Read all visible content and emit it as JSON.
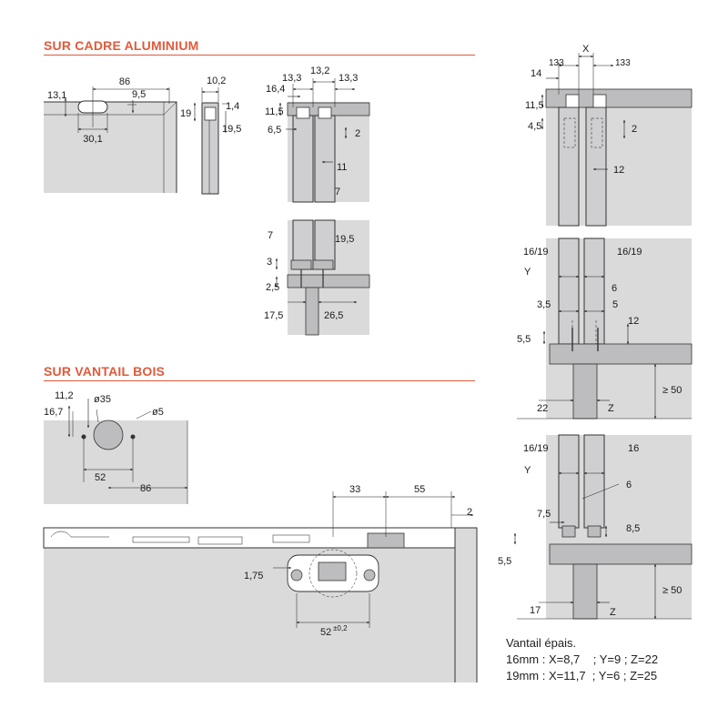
{
  "sections": {
    "aluminium_title": "SUR CADRE ALUMINIUM",
    "wood_title": "SUR VANTAIL BOIS"
  },
  "labels": {
    "a_86": "86",
    "a_13_1": "13,1",
    "a_9_5": "9,5",
    "a_30_1": "30,1",
    "a_10_2": "10,2",
    "a_19": "19",
    "a_1_4": "1,4",
    "a_19_5": "19,5",
    "b_13_3a": "13,3",
    "b_13_2": "13,2",
    "b_16_4": "16,4",
    "b_13_3b": "13,3",
    "b_11_5": "11,5",
    "b_6_5": "6,5",
    "b_2": "2",
    "b_11": "11",
    "b_7": "7",
    "c_7": "7",
    "c_19_5": "19,5",
    "c_3": "3",
    "c_2_5": "2,5",
    "c_17_5": "17,5",
    "c_26_5": "26,5",
    "d_133a": "133",
    "d_x": "X",
    "d_133b": "133",
    "d_14": "14",
    "d_11_5": "11,5",
    "d_2": "2",
    "d_4_5": "4,5",
    "d_12": "12",
    "e_16_19a": "16/19",
    "e_16_19b": "16/19",
    "e_y": "Y",
    "e_6": "6",
    "e_3_5": "3,5",
    "e_5": "5",
    "e_12": "12",
    "e_5_5": "5,5",
    "e_ge50": "≥ 50",
    "e_22": "22",
    "e_z": "Z",
    "f_16_19": "16/19",
    "f_16": "16",
    "f_y": "Y",
    "f_6": "6",
    "f_7_5": "7,5",
    "f_8_5": "8,5",
    "f_5_5": "5,5",
    "f_ge50": "≥ 50",
    "f_17": "17",
    "f_z": "Z",
    "g_11_2": "11,2",
    "g_d35": "ø35",
    "g_16_7": "16,7",
    "g_d5": "ø5",
    "g_52": "52",
    "g_86": "86",
    "h_33": "33",
    "h_55": "55",
    "h_2": "2",
    "h_1_75": "1,75",
    "h_52": "52",
    "h_tol": "±0,2"
  },
  "footnote": {
    "line1": "Vantail épais.",
    "line2": "16mm : X=8,7    ; Y=9 ; Z=22",
    "line3": "19mm : X=11,7  ; Y=6 ; Z=25"
  },
  "colors": {
    "accent": "#e05a3a",
    "panel": "#dadadb",
    "frame": "#cfcfd1",
    "ink": "#1a1a1a"
  }
}
